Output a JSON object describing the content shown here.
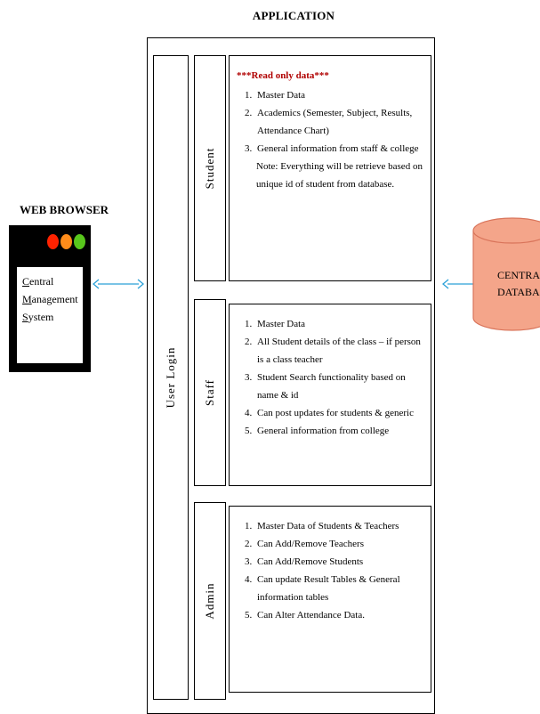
{
  "application_title": "APPLICATION",
  "browser": {
    "title": "WEB BROWSER",
    "lights": [
      {
        "name": "red-light",
        "color": "#ff2200"
      },
      {
        "name": "orange-light",
        "color": "#ff8c1a"
      },
      {
        "name": "green-light",
        "color": "#58c61c"
      }
    ],
    "cms": [
      {
        "initial": "C",
        "rest": "entral"
      },
      {
        "initial": "M",
        "rest": "anagement"
      },
      {
        "initial": "S",
        "rest": "ystem"
      }
    ]
  },
  "database": {
    "line1": "CENTRA",
    "line2": "DATABA",
    "fill": "#f4a58a",
    "stroke": "#d9745a"
  },
  "arrow_color": "#2aa0d8",
  "user_login": "User Login",
  "roles": {
    "student": {
      "label": "Student",
      "note_red": "***Read only data***",
      "items": [
        "Master Data",
        "Academics (Semester, Subject, Results, Attendance Chart)",
        "General information from staff & college"
      ],
      "note": "Note: Everything will be retrieve based on unique id of student from database."
    },
    "staff": {
      "label": "Staff",
      "items": [
        "Master Data",
        "All Student details of the class – if person is a class teacher",
        "Student Search functionality based on name & id",
        "Can post updates for students & generic",
        "General information from college"
      ]
    },
    "admin": {
      "label": "Admin",
      "items": [
        "Master Data of Students & Teachers",
        "Can Add/Remove Teachers",
        "Can Add/Remove Students",
        "Can update Result Tables & General information tables",
        "Can Alter Attendance Data."
      ]
    }
  }
}
